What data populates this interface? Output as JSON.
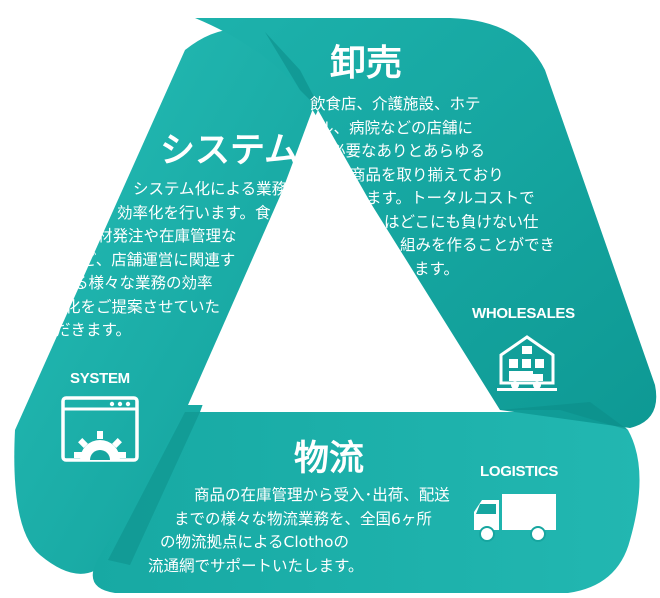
{
  "segments": {
    "wholesale": {
      "title": "卸売",
      "label_en": "WHOLESALES",
      "icon": "warehouse-truck-icon",
      "lines": [
        "飲食店、介護施設、ホテ",
        "ル、病院などの店舗に",
        "必要なありとあらゆる",
        "商品を取り揃えており",
        "ます。トータルコストで",
        "はどこにも負けない仕",
        "組みを作ることができ",
        "ます。"
      ]
    },
    "system": {
      "title": "システム",
      "label_en": "SYSTEM",
      "icon": "browser-gear-icon",
      "lines": [
        "システム化による業務",
        "効率化を行います。食",
        "材発注や在庫管理な",
        "ど、店舗運営に関連す",
        "る様々な業務の効率",
        "化をご提案させていた",
        "だきます。"
      ]
    },
    "logistics": {
      "title": "物流",
      "label_en": "LOGISTICS",
      "icon": "delivery-truck-icon",
      "lines": [
        "商品の在庫管理から受入･出荷、配送",
        "までの様々な物流業務を、全国6ヶ所",
        "の物流拠点によるClothoの",
        "流通網でサポートいたします。"
      ]
    }
  },
  "colors": {
    "ribbon_dark": "#12a39e",
    "ribbon_light": "#21b8b2",
    "text": "#ffffff"
  }
}
